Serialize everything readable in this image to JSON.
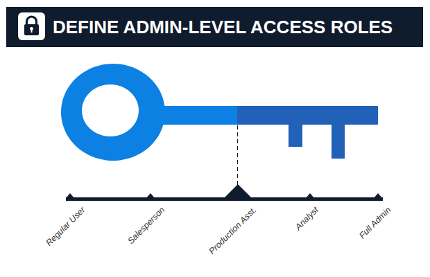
{
  "diagram": {
    "title": "DEFINE ADMIN-LEVEL ACCESS ROLES",
    "labels": [
      "Regular User",
      "Salesperson",
      "Production Asst.",
      "Analyst",
      "Full Admin"
    ]
  }
}
